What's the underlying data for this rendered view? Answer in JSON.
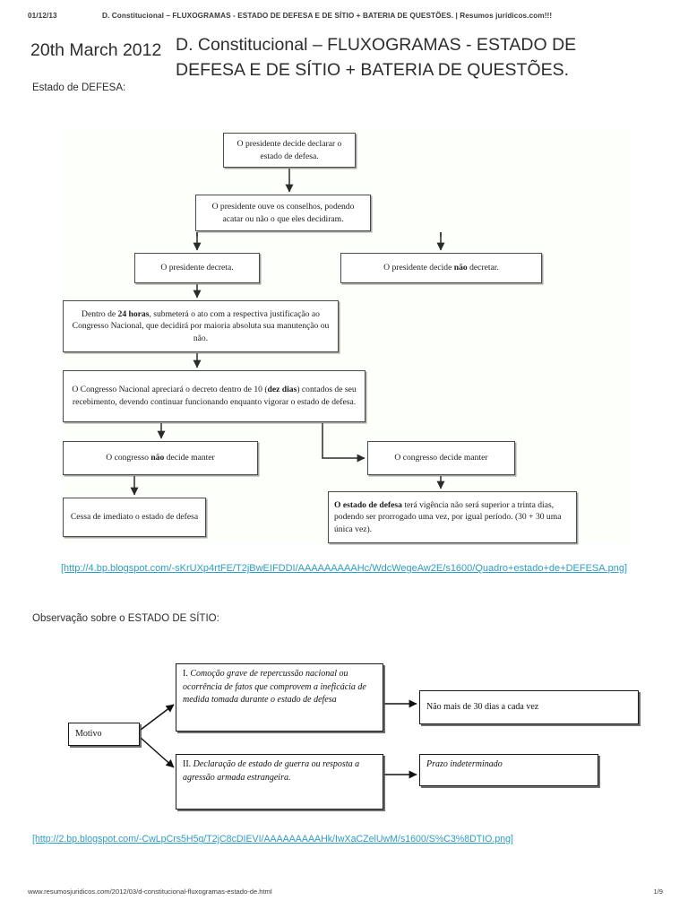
{
  "page_header": {
    "date": "01/12/13",
    "title": "D. Constitucional – FLUXOGRAMAS - ESTADO DE DEFESA E DE SÍTIO + BATERIA DE QUESTÕES. | Resumos jurídicos.com!!!"
  },
  "post": {
    "date": "20th March 2012",
    "title": "D. Constitucional – FLUXOGRAMAS - ESTADO DE DEFESA E DE SÍTIO + BATERIA DE QUESTÕES."
  },
  "sections": {
    "defesa_label": "Estado de DEFESA:",
    "sitio_label": "Observação sobre o ESTADO DE SÍTIO:"
  },
  "flow_defesa": {
    "nodes": {
      "declarar": "O presidente decide declarar o estado de defesa.",
      "conselhos": "O presidente ouve os conselhos, podendo acatar ou não o que eles decidiram.",
      "decreta": "O presidente decreta.",
      "nao_decretar_pre": "O presidente decide ",
      "nao_decretar_bold": "não",
      "nao_decretar_post": " decretar.",
      "h24_pre": "Dentro de ",
      "h24_bold": "24 horas",
      "h24_post": ", submeterá o ato com a respectiva justificação ao Congresso Nacional, que decidirá por maioria absoluta sua manutenção ou não.",
      "congresso10_pre": "O Congresso Nacional apreciará o decreto dentro de 10 (",
      "congresso10_bold": "dez dias",
      "congresso10_post": ") contados de seu recebimento, devendo continuar funcionando enquanto vigorar o estado de defesa.",
      "nao_manter_pre": "O congresso ",
      "nao_manter_bold": "não",
      "nao_manter_post": " decide manter",
      "manter": "O congresso decide manter",
      "cessa": "Cessa de imediato o estado de defesa",
      "vigencia_bold": "O estado de defesa",
      "vigencia_post": " terá vigência não será superior a trinta dias, podendo ser prorrogado uma vez, por igual período. (30 + 30 uma única vez)."
    }
  },
  "flow_sitio": {
    "nodes": {
      "motivo": "Motivo",
      "item_i_roman": "I.",
      "item_i_text": " Comoção grave de repercussão nacional ou ocorrência de fatos que comprovem a ineficácia de medida tomada durante o estado de defesa",
      "item_ii_roman": "II.",
      "item_ii_text": " Declaração de estado de guerra ou resposta a agressão armada estrangeira.",
      "prazo_30": "Não mais de 30 dias a cada vez",
      "prazo_indet": "Prazo indeterminado"
    }
  },
  "links": {
    "defesa_image": "[http://4.bp.blogspot.com/-sKrUXp4rtFE/T2jBwEIFDDI/AAAAAAAAAHc/WdcWegeAw2E/s1600/Quadro+estado+de+DEFESA.png]",
    "sitio_image": "[http://2.bp.blogspot.com/-CwLpCrs5H5g/T2jC8cDIEVI/AAAAAAAAAHk/IwXaCZelUwM/s1600/S%C3%8DTIO.png]"
  },
  "footer": {
    "url": "www.resumosjuridicos.com/2012/03/d-constitucional-fluxogramas-estado-de.html",
    "page": "1/9"
  },
  "colors": {
    "link": "#2b9ec4",
    "text": "#231f20",
    "node_border": "#4a4a4a"
  }
}
